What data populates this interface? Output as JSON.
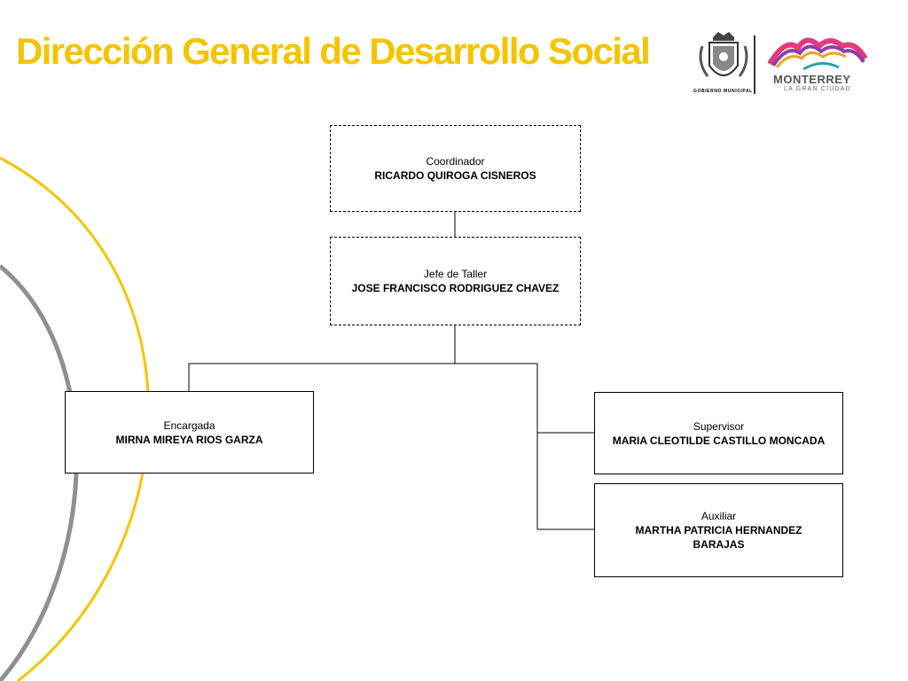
{
  "header": {
    "title": "Dirección General de Desarrollo Social",
    "title_color": "#F5C400"
  },
  "logos": {
    "seal_caption": "GOBIERNO MUNICIPAL",
    "brand_name": "MONTERREY",
    "brand_tagline": "LA GRAN CIUDAD"
  },
  "colors": {
    "accent_yellow": "#F5C400",
    "arc_gray": "#8F8F94",
    "line": "#000000"
  },
  "org_chart": {
    "coordinator": {
      "role": "Coordinador",
      "name": "RICARDO QUIROGA CISNEROS"
    },
    "workshop_head": {
      "role": "Jefe de Taller",
      "name": "JOSE FRANCISCO RODRIGUEZ CHAVEZ"
    },
    "manager": {
      "role": "Encargada",
      "name": "MIRNA MIREYA RIOS GARZA"
    },
    "supervisor": {
      "role": "Supervisor",
      "name": "MARIA CLEOTILDE CASTILLO MONCADA"
    },
    "assistant": {
      "role": "Auxiliar",
      "name": "MARTHA PATRICIA HERNANDEZ BARAJAS"
    }
  }
}
